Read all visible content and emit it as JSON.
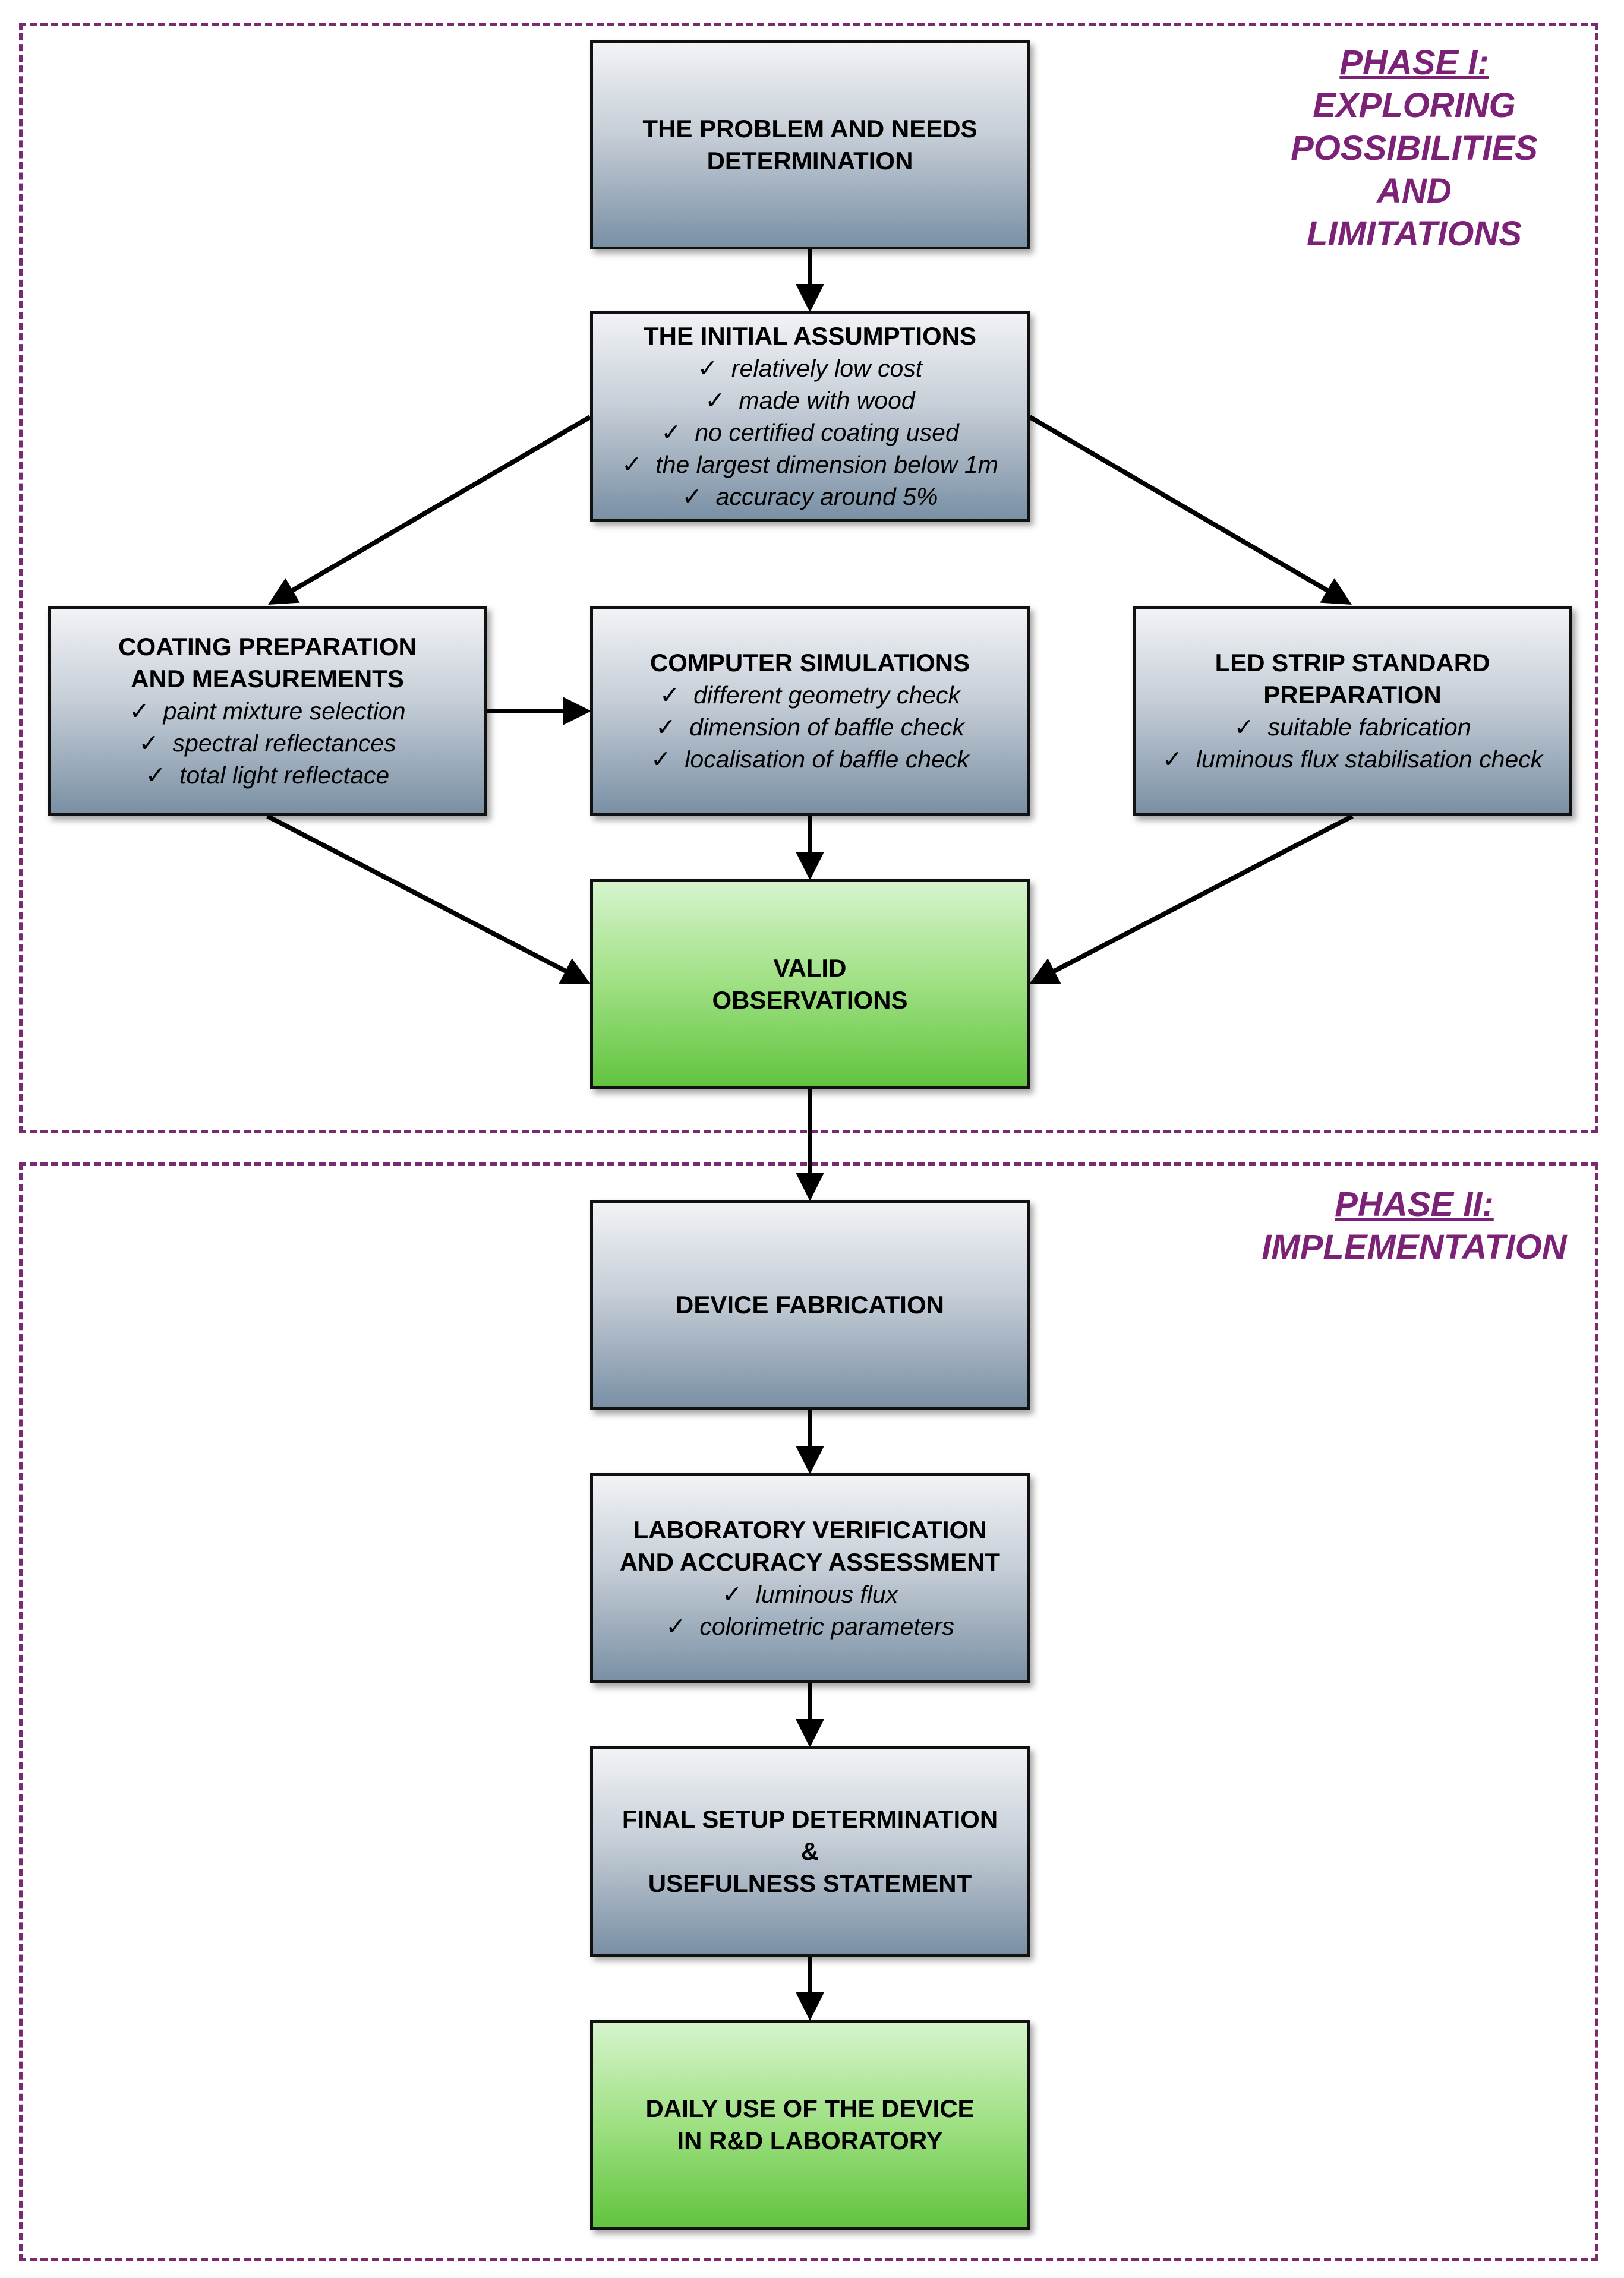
{
  "phases": {
    "phase1": {
      "name": "PHASE I:",
      "lines": [
        "EXPLORING",
        "POSSIBILITIES",
        "AND",
        "LIMITATIONS"
      ]
    },
    "phase2": {
      "name": "PHASE II:",
      "lines": [
        "IMPLEMENTATION"
      ]
    }
  },
  "colors": {
    "frame": "#7a2a6e",
    "phase_text": "#7b2277",
    "box_gray_bottom": "#7a90a5",
    "box_green_bottom": "#61c43e"
  },
  "boxes": {
    "problem": {
      "title": [
        "THE PROBLEM AND NEEDS",
        "DETERMINATION"
      ],
      "items": []
    },
    "assumptions": {
      "title": [
        "THE INITIAL ASSUMPTIONS"
      ],
      "items": [
        "relatively low cost",
        "made with wood",
        "no certified coating used",
        "the largest dimension below 1m",
        "accuracy around 5%"
      ]
    },
    "coating": {
      "title": [
        "COATING PREPARATION",
        "AND MEASUREMENTS"
      ],
      "items": [
        "paint mixture selection",
        "spectral reflectances",
        "total light reflectace"
      ]
    },
    "simulations": {
      "title": [
        "COMPUTER SIMULATIONS"
      ],
      "items": [
        "different geometry check",
        "dimension of baffle check",
        "localisation of baffle check"
      ]
    },
    "led": {
      "title": [
        "LED STRIP STANDARD",
        "PREPARATION"
      ],
      "items": [
        "suitable fabrication",
        "luminous flux stabilisation check"
      ]
    },
    "valid": {
      "title": [
        "VALID",
        "OBSERVATIONS"
      ],
      "items": []
    },
    "fabrication": {
      "title": [
        "DEVICE FABRICATION"
      ],
      "items": []
    },
    "lab": {
      "title": [
        "LABORATORY VERIFICATION",
        "AND ACCURACY ASSESSMENT"
      ],
      "items": [
        "luminous flux",
        "colorimetric parameters"
      ]
    },
    "final": {
      "title": [
        "FINAL SETUP DETERMINATION",
        "&",
        "USEFULNESS STATEMENT"
      ],
      "items": []
    },
    "daily": {
      "title": [
        "DAILY USE OF THE DEVICE",
        "IN R&D LABORATORY"
      ],
      "items": []
    }
  }
}
